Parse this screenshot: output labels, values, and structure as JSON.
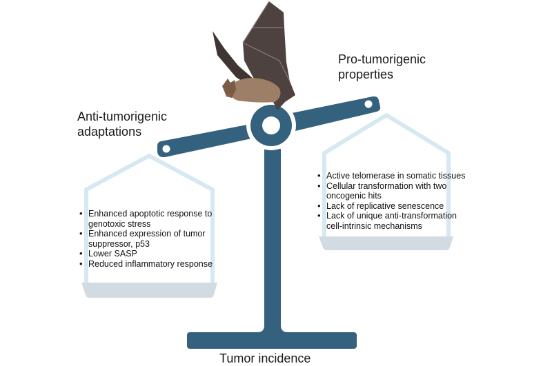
{
  "colors": {
    "scale": "#34627e",
    "pan_outline": "#d6e8f2",
    "pan_base": "#d3dbe2",
    "bat_wing": "#4a3e3c",
    "bat_body": "#9c7f66"
  },
  "labels": {
    "left_heading_line1": "Anti-tumorigenic",
    "left_heading_line2": "adaptations",
    "right_heading_line1": "Pro-tumorigenic",
    "right_heading_line2": "properties",
    "bottom": "Tumor incidence"
  },
  "left_pan": {
    "items": [
      {
        "line1": "Enhanced apoptotic response to",
        "line2": "genotoxic stress"
      },
      {
        "line1": "Enhanced expression of tumor",
        "line2": "suppressor, p53"
      },
      {
        "line1": "Lower SASP",
        "line2": ""
      },
      {
        "line1": "Reduced inflammatory response",
        "line2": ""
      }
    ]
  },
  "right_pan": {
    "items": [
      {
        "line1": "Active telomerase in somatic tissues",
        "line2": ""
      },
      {
        "line1": "Cellular transformation with two",
        "line2": "oncogenic hits"
      },
      {
        "line1": "Lack of replicative senescence",
        "line2": ""
      },
      {
        "line1": "Lack of unique anti-transformation",
        "line2": "cell-intrinsic mechanisms"
      }
    ]
  },
  "icons": {
    "bat": "bat-illustration",
    "scale": "balance-scale"
  }
}
